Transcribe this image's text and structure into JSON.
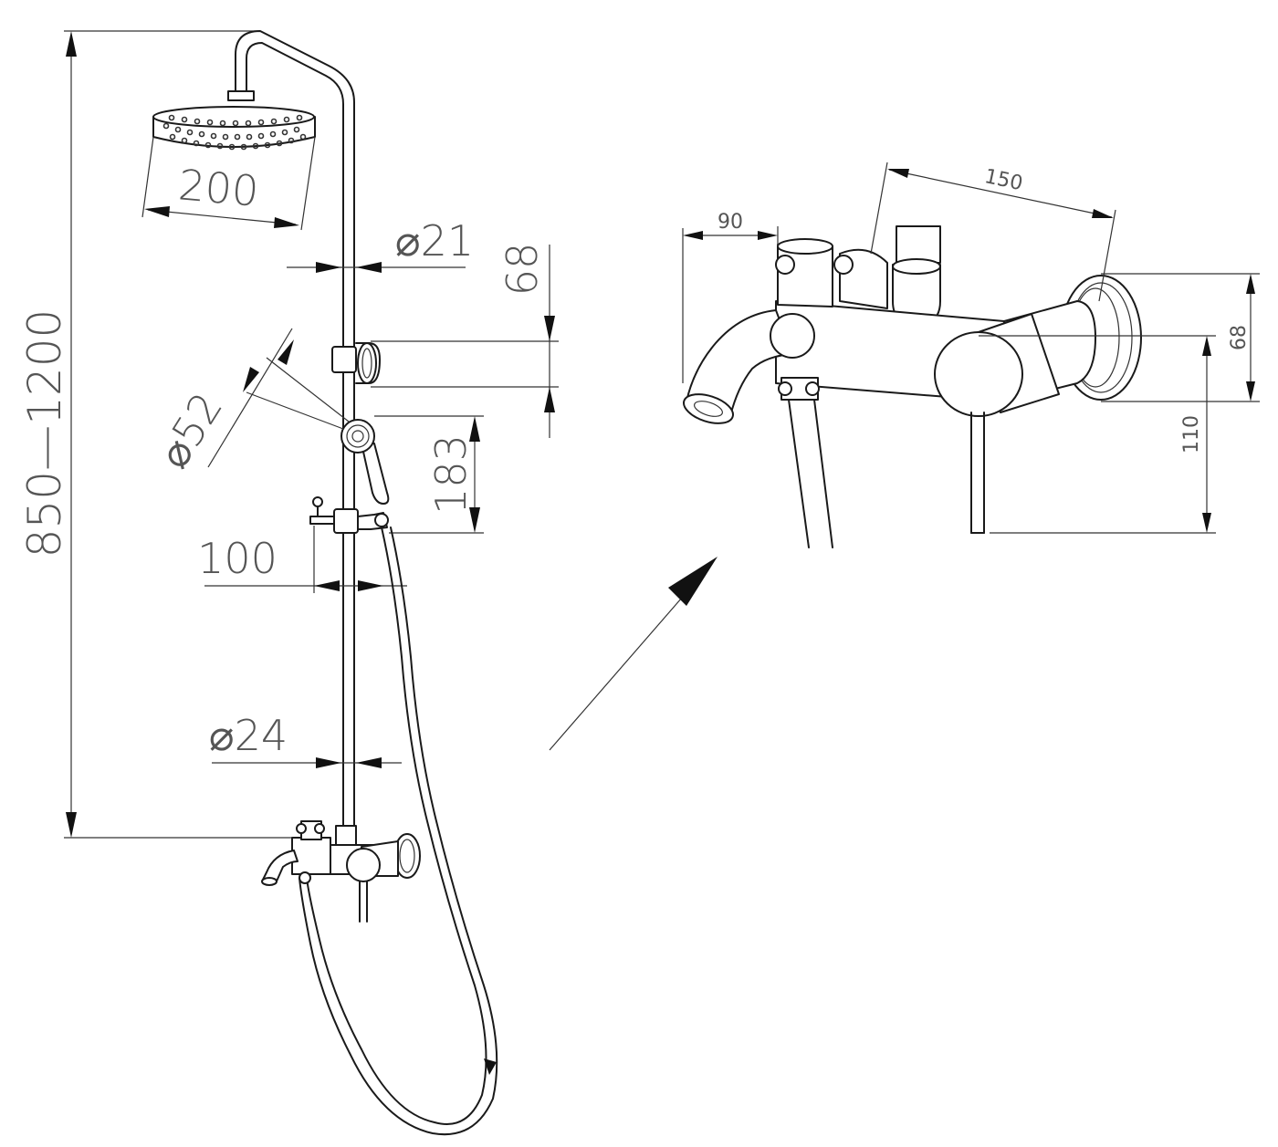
{
  "dimensions": {
    "head_width": "200",
    "pipe_diameter_top": "⌀21",
    "bracket_height": "68",
    "hand_shower_diameter": "⌀52",
    "hand_shower_height": "183",
    "slider_offset": "100",
    "pipe_diameter_bottom": "⌀24",
    "total_height": "850—1200",
    "mixer_spout": "90",
    "mixer_spacing": "150",
    "mixer_flange": "68",
    "mixer_handle": "110"
  },
  "colors": {
    "line": "#1a1a1a",
    "dimension_text": "#555555",
    "background": "#ffffff"
  }
}
